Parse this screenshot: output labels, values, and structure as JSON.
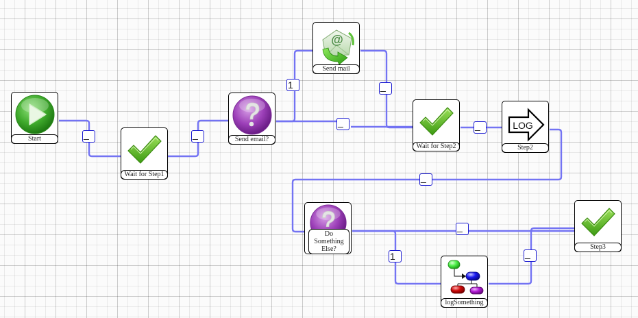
{
  "diagram": {
    "type": "workflow",
    "nodes": [
      {
        "id": "start",
        "label": "Start",
        "icon": "play-icon"
      },
      {
        "id": "wait1",
        "label": "Wait for Step1",
        "icon": "checkmark-icon"
      },
      {
        "id": "send_email_q",
        "label": "Send email?",
        "icon": "question-icon"
      },
      {
        "id": "send_mail",
        "label": "Send mail",
        "icon": "email-icon"
      },
      {
        "id": "wait2",
        "label": "Wait for Step2",
        "icon": "checkmark-icon"
      },
      {
        "id": "step2",
        "label": "Step2",
        "icon": "log-arrow-icon",
        "icon_text": "LOG"
      },
      {
        "id": "do_else_q",
        "label": "Do Something Else?",
        "icon": "question-icon"
      },
      {
        "id": "log_something",
        "label": "logSomething",
        "icon": "flowchart-icon"
      },
      {
        "id": "step3",
        "label": "Step3",
        "icon": "checkmark-icon"
      }
    ],
    "edges": [
      {
        "from": "start",
        "to": "wait1",
        "label": "_"
      },
      {
        "from": "wait1",
        "to": "send_email_q",
        "label": "_"
      },
      {
        "from": "send_email_q",
        "to": "send_mail",
        "label": "1"
      },
      {
        "from": "send_email_q",
        "to": "wait2",
        "label": "_"
      },
      {
        "from": "send_mail",
        "to": "wait2",
        "label": "_"
      },
      {
        "from": "wait2",
        "to": "step2",
        "label": "_"
      },
      {
        "from": "step2",
        "to": "do_else_q",
        "label": "_"
      },
      {
        "from": "do_else_q",
        "to": "step3",
        "label": "_"
      },
      {
        "from": "do_else_q",
        "to": "log_something",
        "label": "1"
      },
      {
        "from": "log_something",
        "to": "step3",
        "label": "_"
      }
    ]
  },
  "colors": {
    "edge": "#7373f3",
    "edge_label_border": "#1b1bd0",
    "node_border": "#000000",
    "grid_background": "#fbfbfb"
  }
}
